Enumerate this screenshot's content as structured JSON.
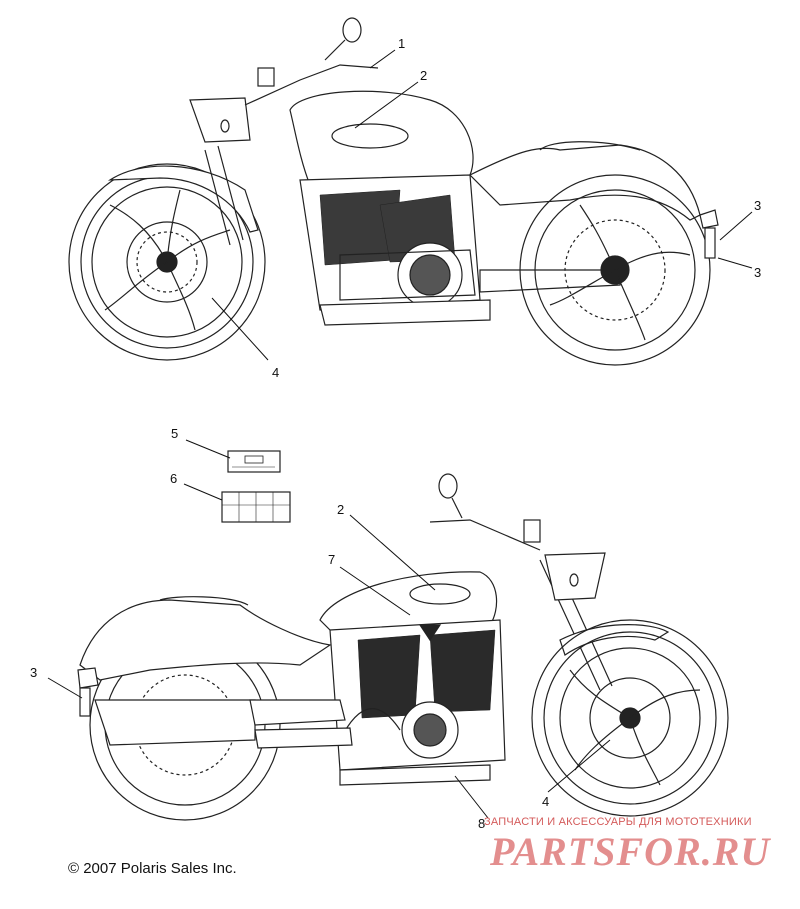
{
  "callouts": {
    "top": [
      {
        "id": "top-1",
        "label": "1"
      },
      {
        "id": "top-2",
        "label": "2"
      },
      {
        "id": "top-3a",
        "label": "3"
      },
      {
        "id": "top-3b",
        "label": "3"
      },
      {
        "id": "top-4",
        "label": "4"
      }
    ],
    "bottom": [
      {
        "id": "bot-5",
        "label": "5"
      },
      {
        "id": "bot-6",
        "label": "6"
      },
      {
        "id": "bot-2",
        "label": "2"
      },
      {
        "id": "bot-7",
        "label": "7"
      },
      {
        "id": "bot-3",
        "label": "3"
      },
      {
        "id": "bot-4",
        "label": "4"
      },
      {
        "id": "bot-8",
        "label": "8"
      }
    ]
  },
  "footer": {
    "copyright": "© 2007 Polaris Sales Inc."
  },
  "watermark": {
    "tagline": "ЗАПЧАСТИ И АКСЕССУАРЫ ДЛЯ МОТОТЕХНИКИ",
    "brand": "PARTSFOR.RU",
    "color": "#e38e8e"
  }
}
